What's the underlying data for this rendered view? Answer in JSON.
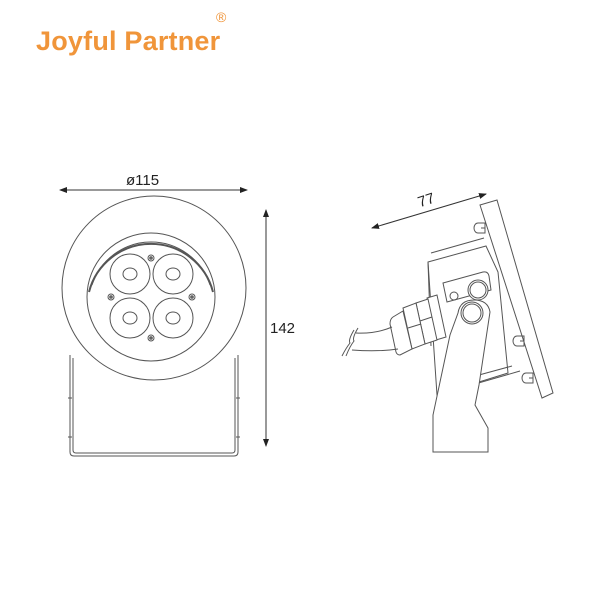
{
  "brand": {
    "name": "Joyful Partner",
    "registered_mark": "®",
    "color": "#f0953a"
  },
  "drawing": {
    "front_view": {
      "diameter_label": "ø115",
      "height_label": "142",
      "led_count": 4,
      "screw_count": 4
    },
    "side_view": {
      "depth_label": "77"
    },
    "line_color": "#555555"
  }
}
